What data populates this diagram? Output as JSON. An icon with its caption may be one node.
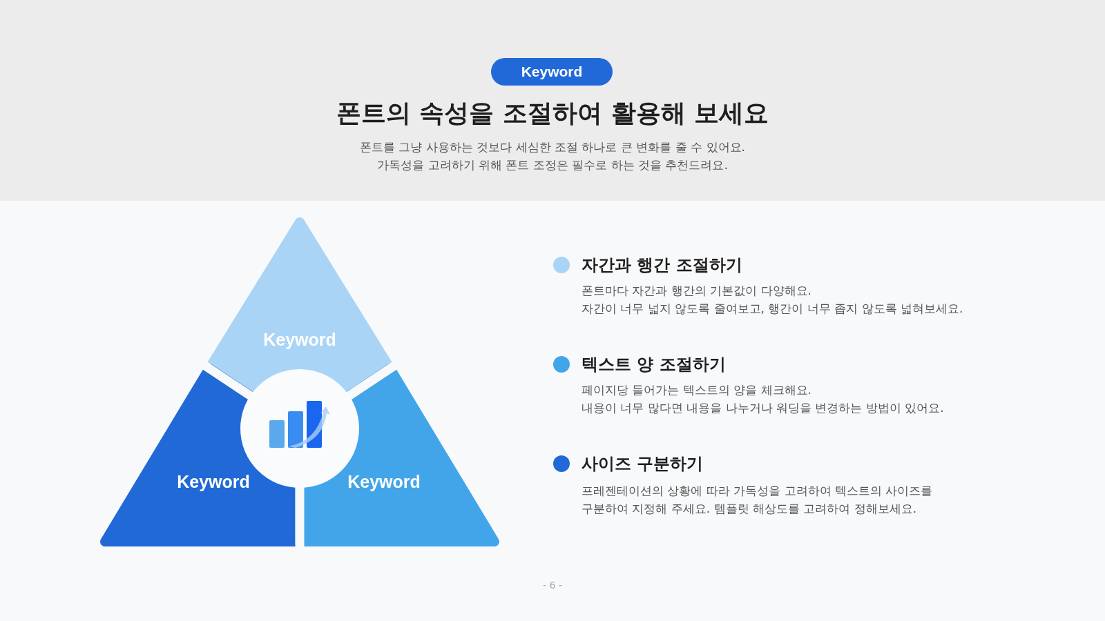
{
  "diagram": {
    "title": "폰트의 속성을 조절하여 활용해 보세요",
    "nodes": [
      {
        "text": [
          "Keyword"
        ]
      },
      {
        "text": [
          "Keyword"
        ]
      },
      {
        "text": [
          "Keyword"
        ]
      },
      {
        "text": [
          "Keyword"
        ]
      },
      {
        "text": [],
        "shape": "circle"
      }
    ],
    "edges": [],
    "labels": [
      "폰트를 그냥 사용하는 것보다 세심한 조절 하나로 큰 변화를 줄 수 있어요.",
      "가독성을 고려하기 위해 폰트 조정은 필수로 하는 것을 추천드려요.",
      "자간과 행간 조절하기",
      "폰트마다 자간과 행간의 기본값이 다양해요.",
      "자간이 너무 넓지 않도록 줄여보고, 행간이 너무 좁지 않도록 넓혀보세요.",
      "텍스트 양 조절하기",
      "페이지당 들어가는 텍스트의 양을 체크해요.",
      "내용이 너무 많다면 내용을 나누거나 워딩을 변경하는 방법이 있어요.",
      "사이즈 구분하기",
      "프레젠테이션의 상황에 따라 가독성을 고려하여 텍스트의 사이즈를 구분하여 지정해 주세요. 템플릿 해상도를 고려하여 정해보세요.",
      "- 6 -"
    ]
  }
}
